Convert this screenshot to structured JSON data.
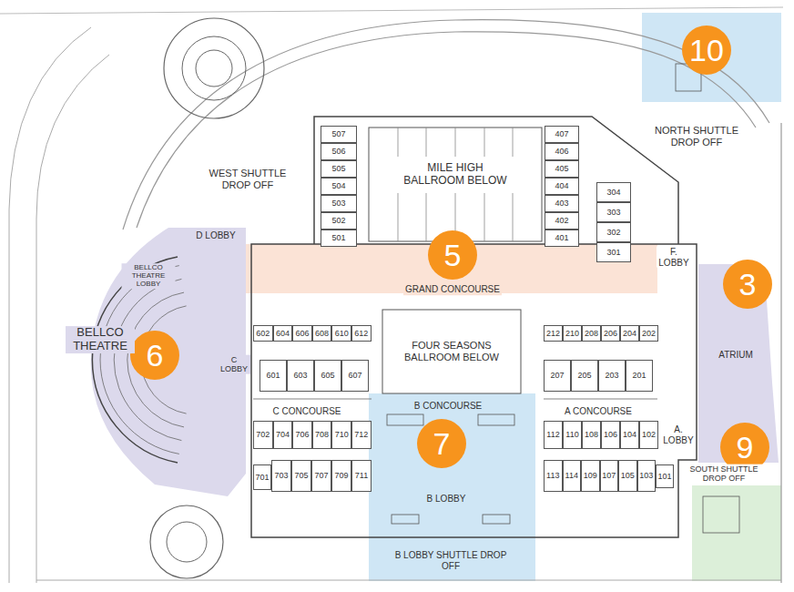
{
  "diagram": {
    "nodes": [
      {
        "text": [
          "10"
        ]
      },
      {
        "text": [
          "507"
        ]
      },
      {
        "text": [
          "506"
        ]
      },
      {
        "text": [
          "505"
        ]
      },
      {
        "text": [
          "504"
        ]
      },
      {
        "text": [
          "503"
        ]
      },
      {
        "text": [
          "502"
        ]
      },
      {
        "text": [
          "501"
        ]
      },
      {
        "text": [
          "407"
        ]
      },
      {
        "text": [
          "406"
        ]
      },
      {
        "text": [
          "405"
        ]
      },
      {
        "text": [
          "404"
        ]
      },
      {
        "text": [
          "403"
        ]
      },
      {
        "text": [
          "402"
        ]
      },
      {
        "text": [
          "401"
        ]
      },
      {
        "text": [
          "304"
        ]
      },
      {
        "text": [
          "303"
        ]
      },
      {
        "text": [
          "302"
        ]
      },
      {
        "text": [
          "301"
        ]
      },
      {
        "text": [
          "5"
        ]
      },
      {
        "text": [
          "3"
        ]
      },
      {
        "text": [
          "602"
        ]
      },
      {
        "text": [
          "604"
        ]
      },
      {
        "text": [
          "606"
        ]
      },
      {
        "text": [
          "608"
        ]
      },
      {
        "text": [
          "610"
        ]
      },
      {
        "text": [
          "612"
        ]
      },
      {
        "text": [
          "212"
        ]
      },
      {
        "text": [
          "210"
        ]
      },
      {
        "text": [
          "208"
        ]
      },
      {
        "text": [
          "206"
        ]
      },
      {
        "text": [
          "204"
        ]
      },
      {
        "text": [
          "202"
        ]
      },
      {
        "text": [
          "6"
        ]
      },
      {
        "text": [
          "601"
        ]
      },
      {
        "text": [
          "603"
        ]
      },
      {
        "text": [
          "605"
        ]
      },
      {
        "text": [
          "607"
        ]
      },
      {
        "text": [
          "207"
        ]
      },
      {
        "text": [
          "205"
        ]
      },
      {
        "text": [
          "203"
        ]
      },
      {
        "text": [
          "201"
        ]
      },
      {
        "text": [
          "702"
        ]
      },
      {
        "text": [
          "704"
        ]
      },
      {
        "text": [
          "706"
        ]
      },
      {
        "text": [
          "708"
        ]
      },
      {
        "text": [
          "710"
        ]
      },
      {
        "text": [
          "712"
        ]
      },
      {
        "text": [
          "7"
        ]
      },
      {
        "text": [
          "112"
        ]
      },
      {
        "text": [
          "110"
        ]
      },
      {
        "text": [
          "108"
        ]
      },
      {
        "text": [
          "106"
        ]
      },
      {
        "text": [
          "104"
        ]
      },
      {
        "text": [
          "102"
        ]
      },
      {
        "text": [
          "701"
        ]
      },
      {
        "text": [
          "703"
        ]
      },
      {
        "text": [
          "705"
        ]
      },
      {
        "text": [
          "707"
        ]
      },
      {
        "text": [
          "709"
        ]
      },
      {
        "text": [
          "711"
        ]
      },
      {
        "text": [
          "113"
        ]
      },
      {
        "text": [
          "114"
        ]
      },
      {
        "text": [
          "109"
        ]
      },
      {
        "text": [
          "107"
        ]
      },
      {
        "text": [
          "105"
        ]
      },
      {
        "text": [
          "103"
        ]
      },
      {
        "text": [
          "101"
        ]
      },
      {
        "text": [
          "9"
        ]
      }
    ],
    "labels": [
      "MILE HIGH BALLROOM BELOW",
      "WEST SHUTTLE DROP OFF",
      "NORTH SHUTTLE DROP OFF",
      "D LOBBY",
      "GRAND CONCOURSE",
      "F. LOBBY",
      "BELLCO THEATRE LOBBY",
      "BELLCO THEATRE",
      "C LOBBY",
      "FOUR SEASONS BALLROOM BELOW",
      "B CONCOURSE",
      "C CONCOURSE",
      "A CONCOURSE",
      "ATRIUM",
      "A. LOBBY",
      "SOUTH SHUTTLE DROP OFF",
      "B LOBBY",
      "B LOBBY SHUTTLE DROP OFF"
    ]
  }
}
